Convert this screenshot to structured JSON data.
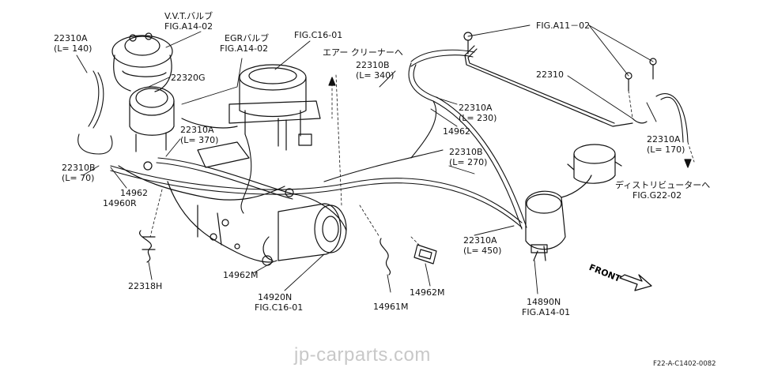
{
  "labels": {
    "vvt_valve": "V.V.T.バルブ",
    "vvt_fig": "FIG.A14-02",
    "hose_22310a_140": "22310A",
    "hose_22310a_140_len": "(L= 140)",
    "egr_valve": "EGRバルブ",
    "egr_fig": "FIG.A14-02",
    "fig_c16_top": "FIG.C16-01",
    "part_22320g": "22320G",
    "air_cleaner": "エアー クリーナーへ",
    "hose_22310b_340": "22310B",
    "hose_22310b_340_len": "(L= 340)",
    "fig_a11": "FIG.A11－02",
    "part_22310": "22310",
    "hose_22310a_230": "22310A",
    "hose_22310a_230_len": "(L= 230)",
    "part_14962_mid": "14962",
    "hose_22310a_370": "22310A",
    "hose_22310a_370_len": "(L= 370)",
    "hose_22310b_270": "22310B",
    "hose_22310b_270_len": "(L= 270)",
    "hose_22310a_170": "22310A",
    "hose_22310a_170_len": "(L= 170)",
    "to_distributor": "ディストリビューターへ",
    "dist_fig": "FIG.G22-02",
    "hose_22310b_70": "22310B",
    "hose_22310b_70_len": "(L= 70)",
    "part_14962_left": "14962",
    "part_14960r": "14960R",
    "hose_22310a_450": "22310A",
    "hose_22310a_450_len": "(L= 450)",
    "part_22318h": "22318H",
    "part_14962m_left": "14962M",
    "part_14920n": "14920N",
    "fig_c16_bottom": "FIG.C16-01",
    "part_14961m": "14961M",
    "part_14962m_right": "14962M",
    "part_14890n": "14890N",
    "fig_a14_01": "FIG.A14-01",
    "front": "FRONT"
  },
  "watermark": "jp-carparts.com",
  "drawing_code": "F22-A-C1402-0082"
}
